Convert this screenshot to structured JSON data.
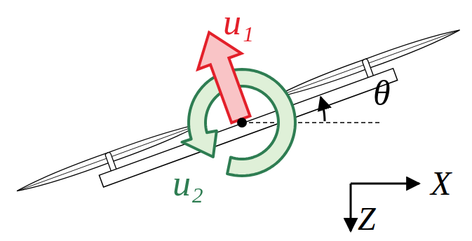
{
  "diagram": {
    "labels": [
      "u₁",
      "θ",
      "u₂",
      "X",
      "Z"
    ]
  }
}
